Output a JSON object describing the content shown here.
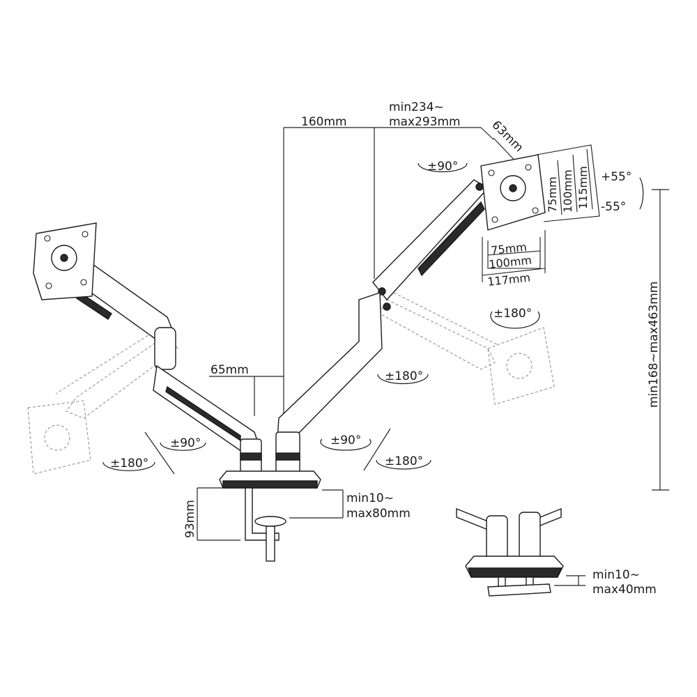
{
  "labels": {
    "arm_offset": "160mm",
    "arm_length_top": "min234~",
    "arm_length_bottom": "max293mm",
    "vesa_edge": "63mm",
    "rot_top_plate": "±90°",
    "tilt_up": "+55°",
    "tilt_down": "-55°",
    "vesa_v75": "75mm",
    "vesa_v100": "100mm",
    "vesa_v115": "115mm",
    "vesa_h75": "75mm",
    "vesa_h100": "100mm",
    "vesa_h117": "117mm",
    "height_range": "min168~max463mm",
    "rot_180_upper": "±180°",
    "rot_180_mid": "±180°",
    "pole_offset": "65mm",
    "rot_90_left": "±90°",
    "rot_180_left": "±180°",
    "rot_90_right": "±90°",
    "rot_180_right": "±180°",
    "clamp_height": "93mm",
    "clamp_range_top": "min10~",
    "clamp_range_bottom": "max80mm",
    "grommet_range_top": "min10~",
    "grommet_range_bottom": "max40mm"
  },
  "colors": {
    "line": "#1a1a1a",
    "ghost": "#9a9a9a",
    "dark_fill": "#2a2a2a"
  }
}
